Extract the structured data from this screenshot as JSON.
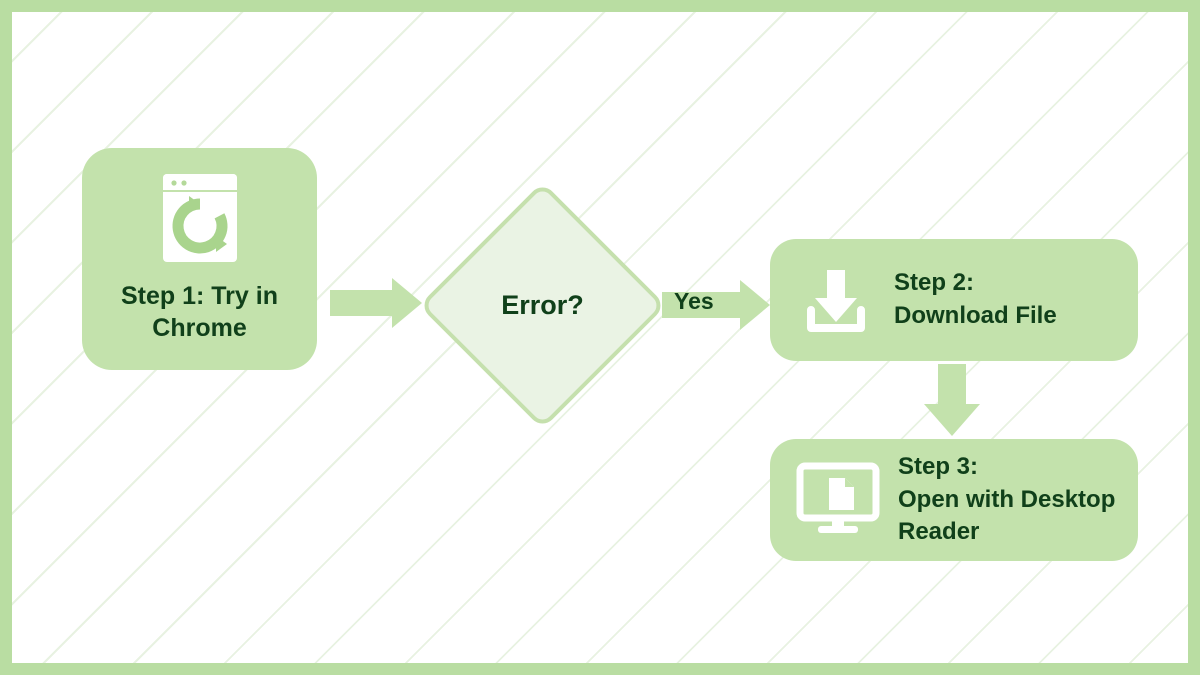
{
  "theme": {
    "frame_color": "#b9dda2",
    "node_fill": "#c3e2ac",
    "decision_fill": "#eaf3e4",
    "decision_stroke": "#c5e0ad",
    "text_color": "#10401a",
    "icon_color": "#ffffff",
    "background": "#ffffff"
  },
  "flowchart": {
    "type": "flowchart",
    "orientation": "left-to-right",
    "nodes": [
      {
        "id": "step1",
        "shape": "rounded-rect",
        "label": "Step 1: Try in Chrome",
        "icon": "browser-refresh-icon"
      },
      {
        "id": "decision",
        "shape": "diamond",
        "label": "Error?"
      },
      {
        "id": "step2",
        "shape": "rounded-rect",
        "label_line1": "Step 2:",
        "label_line2": "Download File",
        "icon": "download-icon"
      },
      {
        "id": "step3",
        "shape": "rounded-rect",
        "label_line1": "Step 3:",
        "label_line2": "Open with Desktop Reader",
        "icon": "desktop-document-icon"
      }
    ],
    "edges": [
      {
        "id": "e1",
        "from": "step1",
        "to": "decision",
        "label": "",
        "direction": "right"
      },
      {
        "id": "e2",
        "from": "decision",
        "to": "step2",
        "label": "Yes",
        "direction": "right"
      },
      {
        "id": "e3",
        "from": "step2",
        "to": "step3",
        "label": "",
        "direction": "down"
      }
    ]
  }
}
